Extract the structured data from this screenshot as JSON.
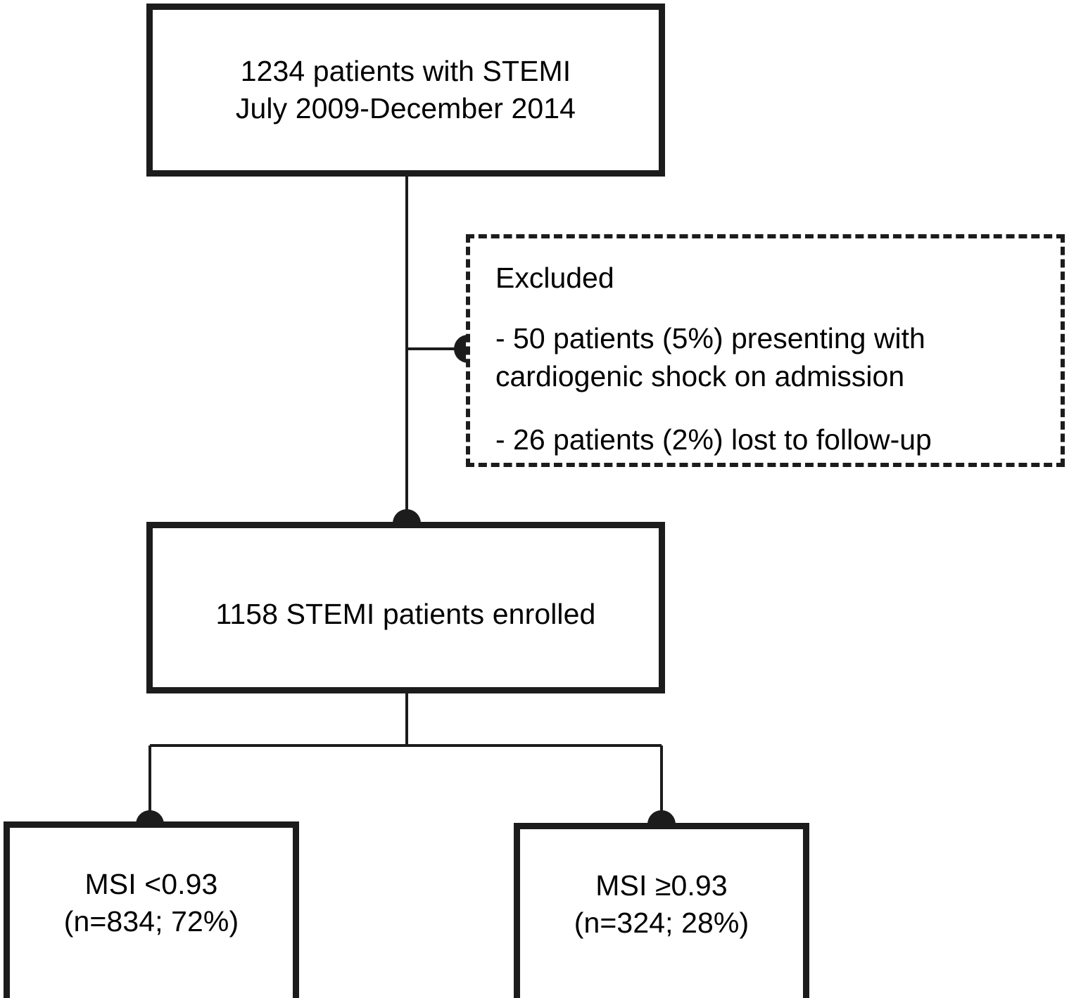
{
  "diagram": {
    "type": "patient-flow-consort-diagram",
    "colors": {
      "line": "#1c1c1c",
      "text": "#000000",
      "background": "#ffffff"
    },
    "nodes": {
      "cohort": {
        "text": "1234 patients with STEMI\nJuly 2009-December 2014",
        "line1": "1234 patients with STEMI",
        "line2": "July 2009-December 2014",
        "count": 1234,
        "period_start": "July 2009",
        "period_end": "December 2014",
        "style": "solid"
      },
      "excluded": {
        "title": "Excluded",
        "items": [
          "- 50 patients (5%) presenting with\ncardiogenic shock on admission",
          "- 26 patients (2%) lost to follow-up"
        ],
        "item_counts": [
          50,
          26
        ],
        "item_percents": [
          "5%",
          "2%"
        ],
        "style": "dashed"
      },
      "enrolled": {
        "text": "1158 STEMI patients enrolled",
        "count": 1158,
        "style": "solid"
      },
      "msi_low": {
        "line1": "MSI <0.93",
        "line2": "(n=834; 72%)",
        "threshold": "<0.93",
        "n": 834,
        "percent": "72%",
        "style": "solid"
      },
      "msi_high": {
        "line1": "MSI ≥0.93",
        "line2": "(n=324; 28%)",
        "threshold": "≥0.93",
        "n": 324,
        "percent": "28%",
        "style": "solid"
      }
    }
  }
}
